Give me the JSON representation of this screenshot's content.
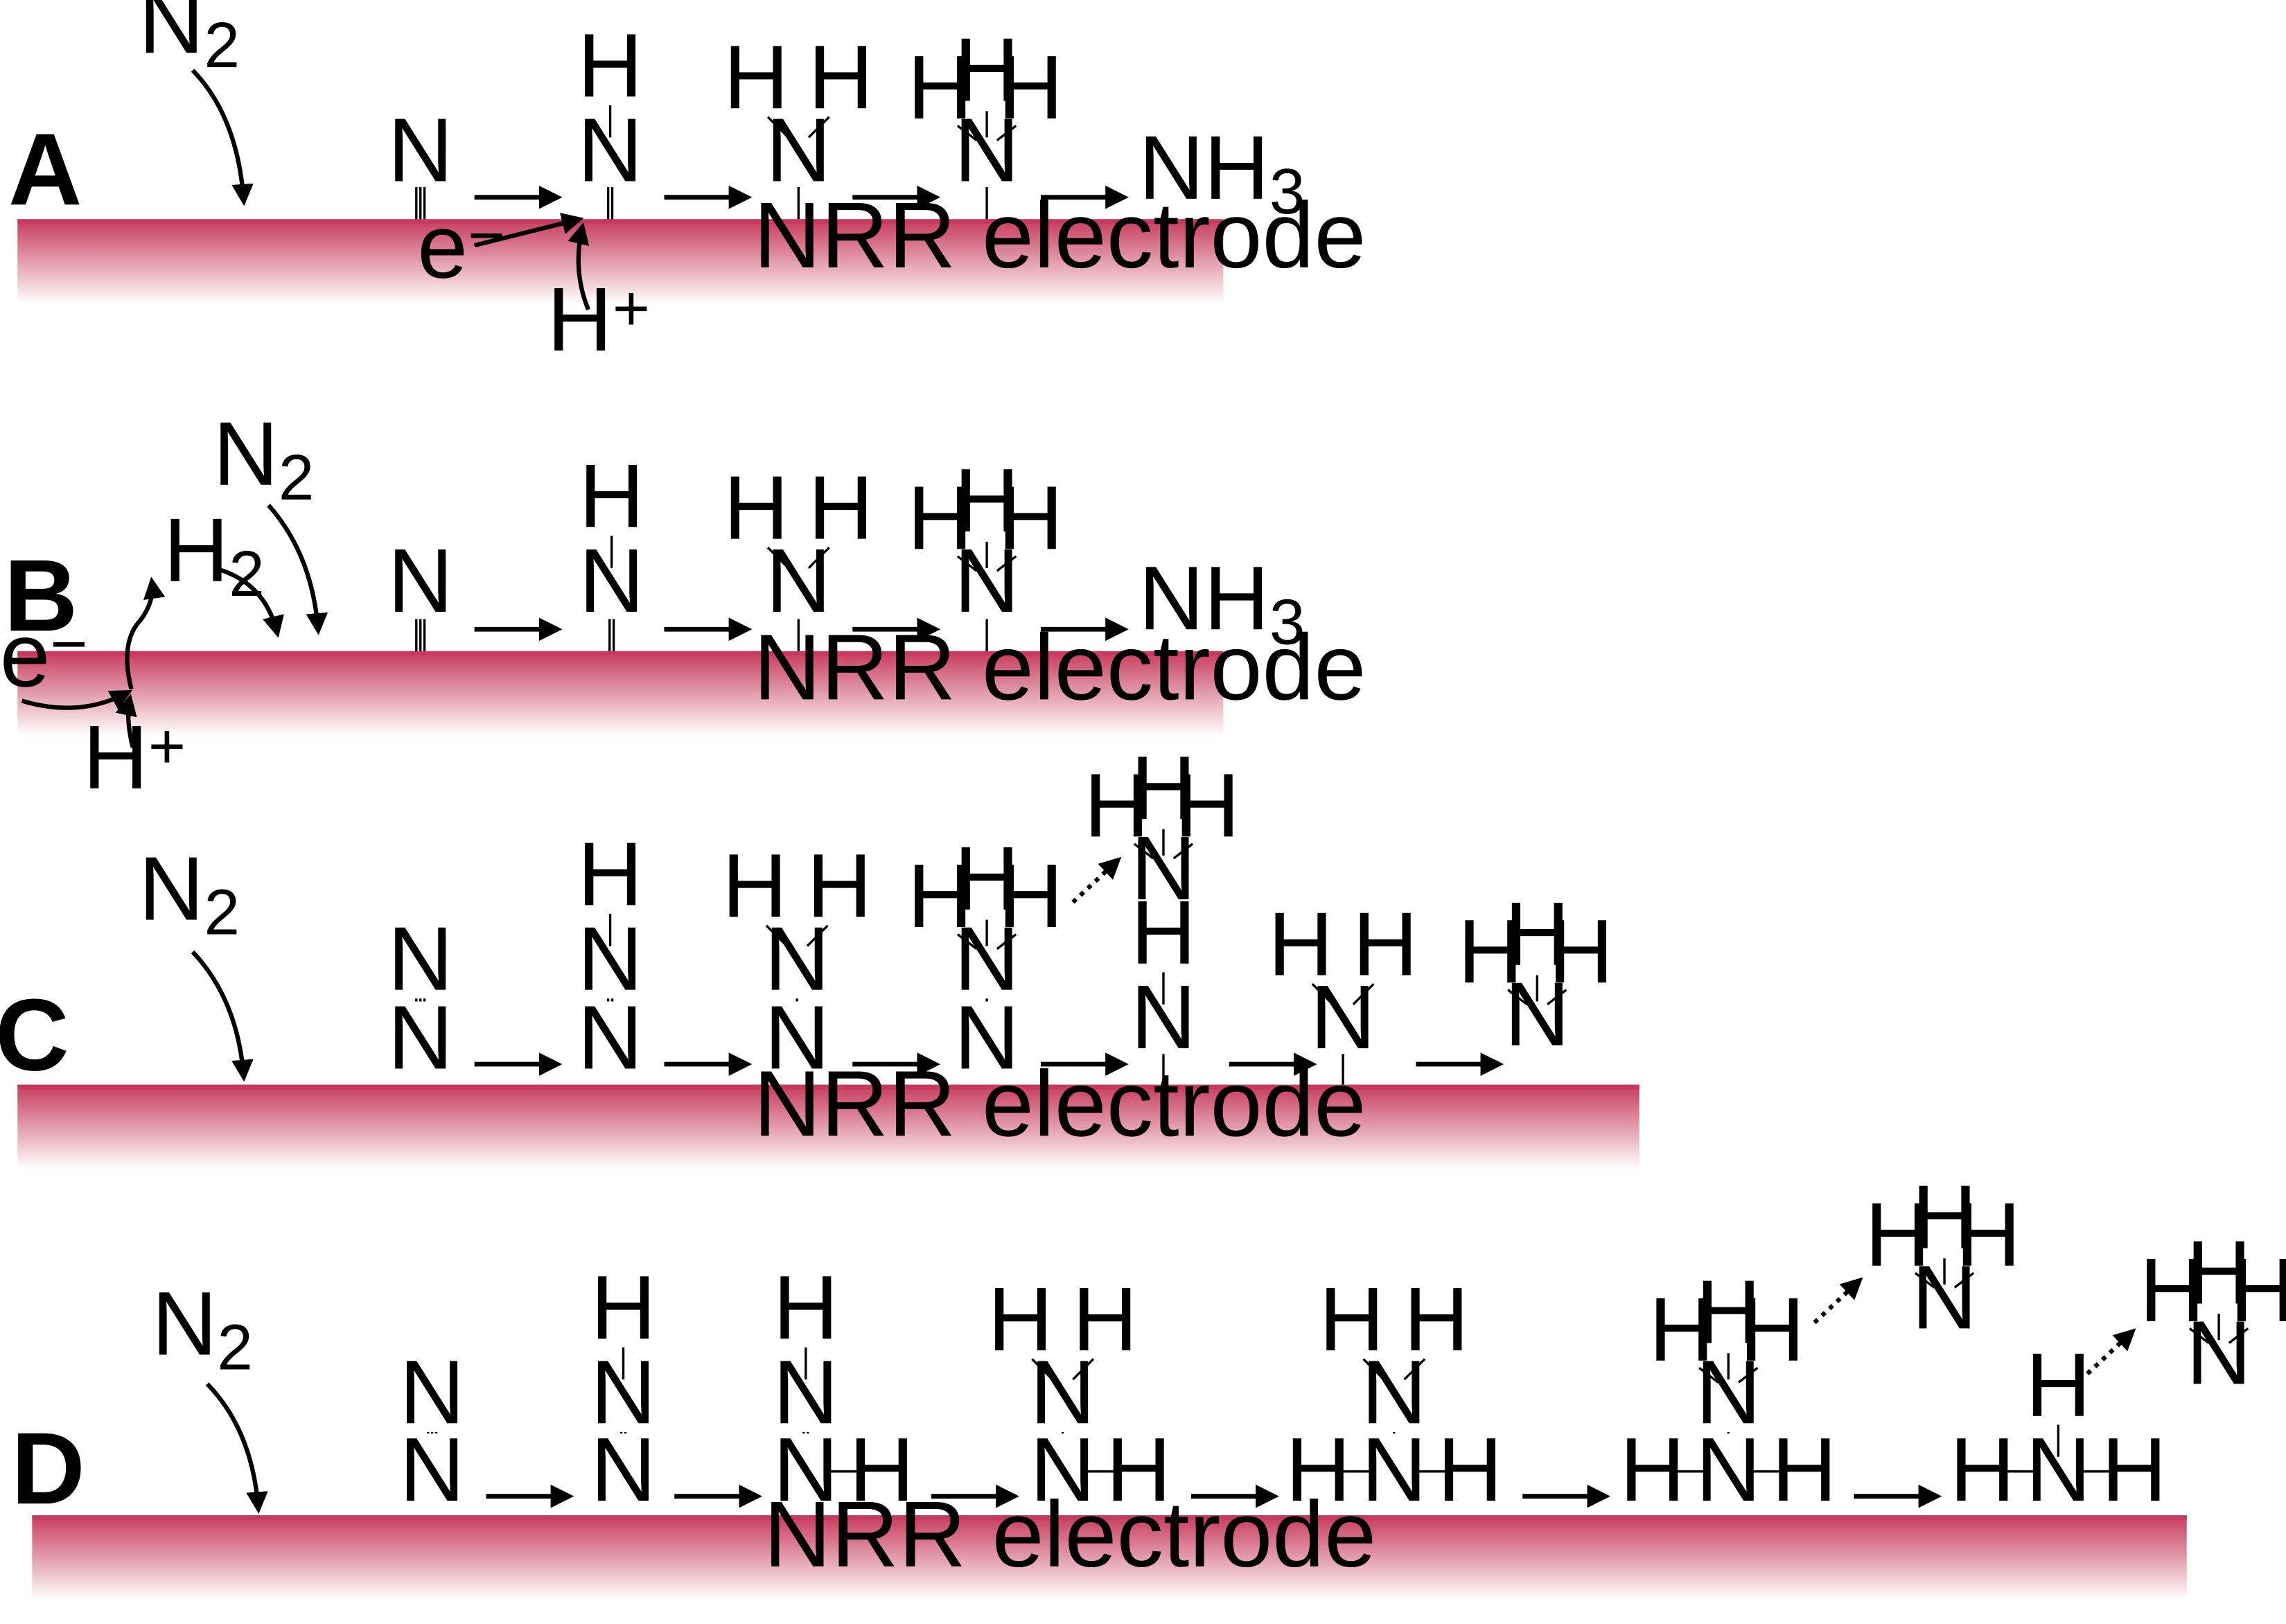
{
  "colors": {
    "electrode_top": "#c73a5c",
    "electrode_bottom": "#ffffff",
    "ink": "#000000"
  },
  "electrode_label": "NRR electrode",
  "symbols": {
    "nitrogen": "N",
    "hydrogen": "H",
    "electron": "e",
    "electron_sup": "−",
    "proton": "H",
    "proton_sup": "+",
    "ammonia": "NH",
    "ammonia_sub": "3",
    "n2": "N",
    "n2_sub": "2",
    "h2": "H",
    "h2_sub": "2"
  },
  "panels": [
    {
      "label": "A"
    },
    {
      "label": "B"
    },
    {
      "label": "C"
    },
    {
      "label": "D"
    }
  ]
}
